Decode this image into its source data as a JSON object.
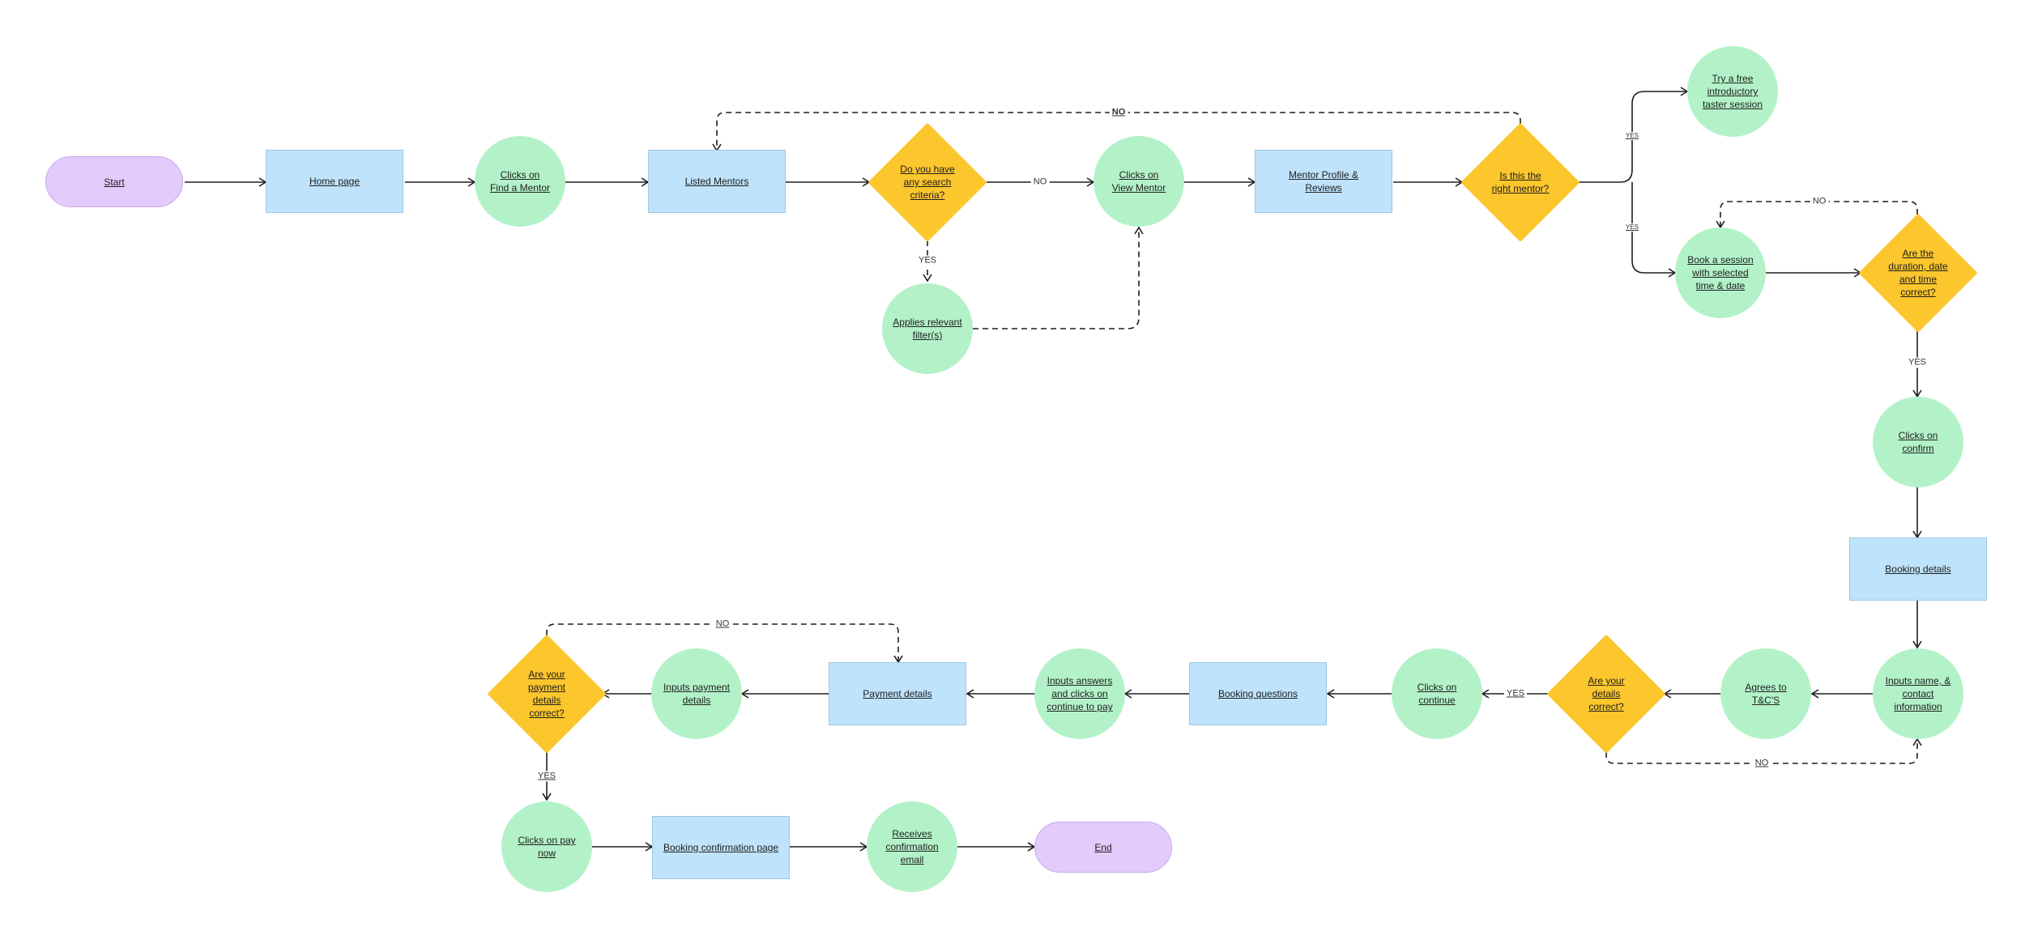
{
  "nodes": {
    "start": "Start",
    "home_page": "Home page",
    "find_mentor": "Clicks on\nFind a Mentor",
    "listed_mentors": "Listed Mentors",
    "search_criteria": "Do you have\nany search\ncriteria?",
    "applies_filters": "Applies relevant\nfilter(s)",
    "view_mentor": "Clicks on\nView Mentor",
    "mentor_profile": "Mentor Profile &\nReviews",
    "right_mentor": "Is this the\nright mentor?",
    "taster_session": "Try a free\nintroductory\ntaster session",
    "book_session": "Book a session\nwith selected\ntime & date",
    "duration_correct": "Are the\nduration, date\nand time\ncorrect?",
    "clicks_confirm": "Clicks on\nconfirm",
    "booking_details": "Booking details",
    "inputs_name": "Inputs name, &\ncontact\ninformation",
    "agrees_tcs": "Agrees to\nT&C'S",
    "details_correct": "Are your\ndetails\ncorrect?",
    "clicks_continue": "Clicks on\ncontinue",
    "booking_questions": "Booking questions",
    "inputs_answers": "Inputs answers\nand clicks on\ncontinue to pay",
    "payment_details": "Payment details",
    "inputs_payment": "Inputs payment\ndetails",
    "payment_correct": "Are your\npayment\ndetails\ncorrect?",
    "clicks_pay": "Clicks on pay\nnow",
    "booking_confirmation": "Booking confirmation page",
    "receives_email": "Receives\nconfirmation\nemail",
    "end": "End"
  },
  "edge_labels": {
    "no_search": "NO",
    "yes_search": "YES",
    "no_right_mentor": "NO",
    "yes_taster": "YES",
    "yes_book": "YES",
    "no_duration": "NO",
    "yes_duration": "YES",
    "no_details": "NO",
    "yes_details": "YES",
    "no_payment": "NO",
    "yes_payment": "YES"
  },
  "colors": {
    "terminal": "#e3cbfb",
    "page": "#bfe3fb",
    "action": "#b3f2c8",
    "decision": "#fcc62d",
    "line": "#1e1e1e"
  }
}
